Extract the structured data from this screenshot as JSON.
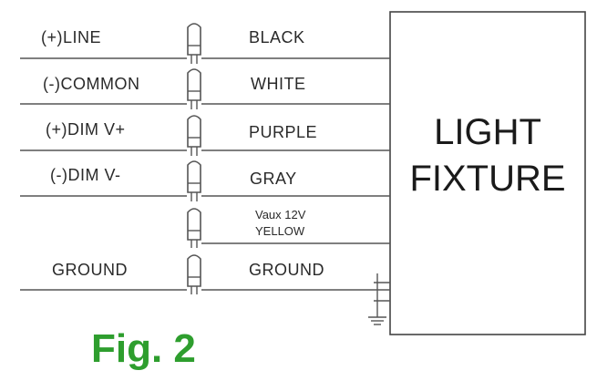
{
  "fixture": {
    "line1": "LIGHT",
    "line2": "FIXTURE"
  },
  "rows": [
    {
      "left": "(+)LINE",
      "right": "BLACK"
    },
    {
      "left": "(-)COMMON",
      "right": "WHITE"
    },
    {
      "left": "(+)DIM V+",
      "right": "PURPLE"
    },
    {
      "left": "(-)DIM V-",
      "right": "GRAY"
    },
    {
      "left": "",
      "right": "",
      "right_line1": "Vaux 12V",
      "right_line2": "YELLOW"
    },
    {
      "left": "GROUND",
      "right": "GROUND"
    }
  ],
  "figure_label": "Fig. 2",
  "colors": {
    "figure_label": "#2e9e2e",
    "wire": "#555555"
  },
  "icons": {
    "connector": "wire-nut-icon",
    "ground": "ground-symbol-icon"
  }
}
